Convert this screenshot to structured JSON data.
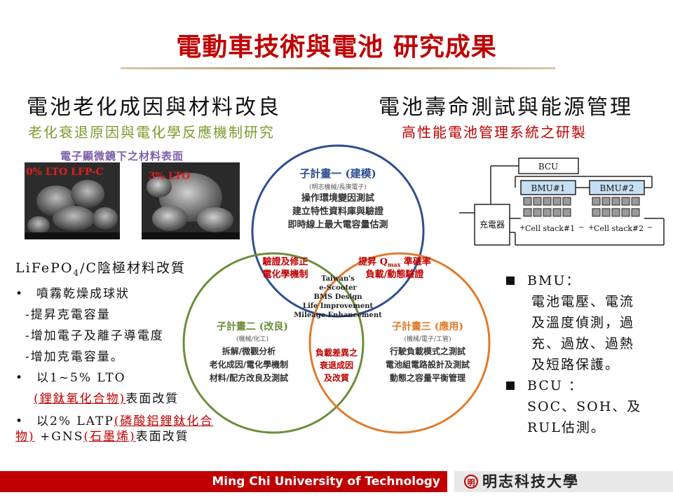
{
  "slide": {
    "title": "電動車技術與電池 研究成果"
  },
  "left": {
    "heading": "電池老化成因與材料改良",
    "subheading": "老化衰退原因與電化學反應機制研究",
    "sem_caption": "電子顯微鏡下之材料表面",
    "sem_label_1": "0% LTO LFP-C",
    "sem_label_2": "3% LTO",
    "material_title_main": "LiFePO",
    "material_title_sub": "4",
    "material_title_rest": "/C陰極材料改質",
    "bullet1": "噴霧乾燥成球狀",
    "bullet1_items": [
      "-提昇克電容量",
      "-增加電子及離子導電度",
      "-增加克電容量。"
    ],
    "bullet2": "以1~5% LTO",
    "bullet2_red": "(鋰鈦氧化合物)",
    "bullet2_rest": "表面改質",
    "bullet3_a": "以2% LATP",
    "bullet3_red": "(磷酸鋁鋰鈦化合物)",
    "bullet3_b": " +GNS",
    "bullet3_red2": "(石墨烯)",
    "bullet3_c": "表面改質"
  },
  "right": {
    "heading": "電池壽命測試與能源管理",
    "subheading": "高性能電池管理系統之研製",
    "diagram": {
      "bcu": "BCU",
      "bmu1": "BMU#1",
      "bmu2": "BMU#2",
      "charger": "充電器",
      "stack1": "Cell stack#1",
      "stack2": "Cell stack#2"
    },
    "bmu_label": "BMU：",
    "bmu_text": [
      "電池電壓、電流",
      "及溫度偵測，過",
      "充、過放、過熱",
      "及短路保護。"
    ],
    "bcu_label": "BCU ：",
    "bcu_text": [
      "SOC、SOH、及",
      "RUL估測。"
    ]
  },
  "venn": {
    "top_title": "子計畫一 (建模)",
    "top_sub": "(明志機械/長庚電子)",
    "top_lines": [
      "操作環境變因測試",
      "建立特性資料庫與驗證",
      "即時線上最大電容量估測"
    ],
    "left_title": "子計畫二 (改良)",
    "left_sub": "(機械/化工)",
    "left_lines": [
      "拆解/微觀分析",
      "老化成因/電化學機制",
      "材料/配方改良及測試"
    ],
    "right_title": "子計畫三 (應用)",
    "right_sub": "(機械/電子/工管)",
    "right_lines": [
      "行駛負載模式之測試",
      "電池組電路設計及測試",
      "動態之容量平衡管理"
    ],
    "overlap_tl": [
      "驗證及修正",
      "電化學機制"
    ],
    "overlap_tr": [
      "提昇 Q",
      "max",
      " 準確率",
      "負載/動態驗證"
    ],
    "overlap_b": [
      "負載差異之",
      "衰退成因",
      "及改質"
    ],
    "center": [
      "Taiwan's",
      "e-Scooter",
      "BMS Design",
      "Life Improvement",
      "Mileage Enhancement"
    ],
    "colors": {
      "top": "#2f4f8f",
      "left": "#6b8e3a",
      "right": "#e07b2a",
      "overlap_text": "#c00000"
    }
  },
  "footer": {
    "university_en": "Ming Chi University of Technology",
    "university_zh": "明志科技大學",
    "logo_mark": "明"
  }
}
